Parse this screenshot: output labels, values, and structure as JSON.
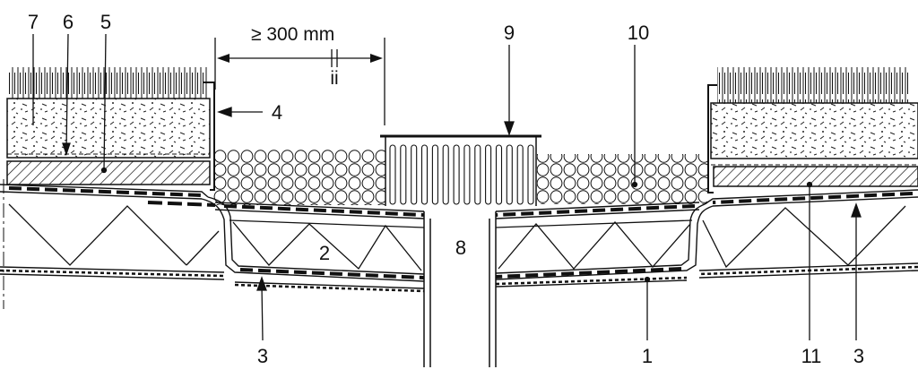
{
  "dimension": {
    "text": "≥ 300 mm",
    "break_mark": "ii"
  },
  "labels": {
    "l1": "1",
    "l2": "2",
    "l3a": "3",
    "l3b": "3",
    "l4": "4",
    "l5": "5",
    "l6": "6",
    "l7": "7",
    "l8": "8",
    "l9": "9",
    "l10": "10",
    "l11": "11"
  },
  "colors": {
    "ink": "#111111",
    "background": "#ffffff"
  }
}
